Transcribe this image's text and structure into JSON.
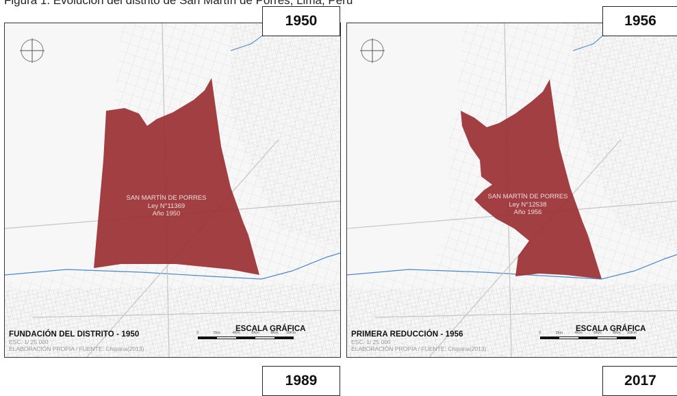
{
  "caption": "Figura 1. Evolución del distrito de San Martín de Porres, Lima, Perú",
  "panels": [
    {
      "year": "1950",
      "polygon_label": [
        "SAN MARTÍN DE PORRES",
        "Ley N°11369",
        "Año 1950"
      ],
      "stage_title": "FUNDACIÓN DEL DISTRITO - 1950",
      "scale_text": "ESC. 1/ 25 000",
      "source_text": "ELABORACIÓN PROPIA / FUENTE: Chipana(2013)",
      "scale_title": "ESCALA GRÁFICA",
      "scale_ticks": [
        "0",
        "2km",
        "4Km",
        "6Km",
        "8Km",
        "10Km"
      ]
    },
    {
      "year": "1956",
      "polygon_label": [
        "SAN MARTÍN DE PORRES",
        "Ley N°12538",
        "Año 1956"
      ],
      "stage_title": "PRIMERA REDUCCIÓN - 1956",
      "scale_text": "ESC. 1/ 25 000",
      "source_text": "ELABORACIÓN PROPIA / FUENTE: Chipana(2013)",
      "scale_title": "ESCALA GRÁFICA",
      "scale_ticks": [
        "0",
        "2km",
        "4Km",
        "6Km",
        "8Km",
        "10Km"
      ]
    }
  ],
  "next_row_years": [
    "1989",
    "2017"
  ],
  "colors": {
    "district_fill": "#9b3035",
    "river": "#4a86c8",
    "roads": "#c9c9c9"
  },
  "icons": {
    "north_arrow": "north-arrow-icon"
  }
}
